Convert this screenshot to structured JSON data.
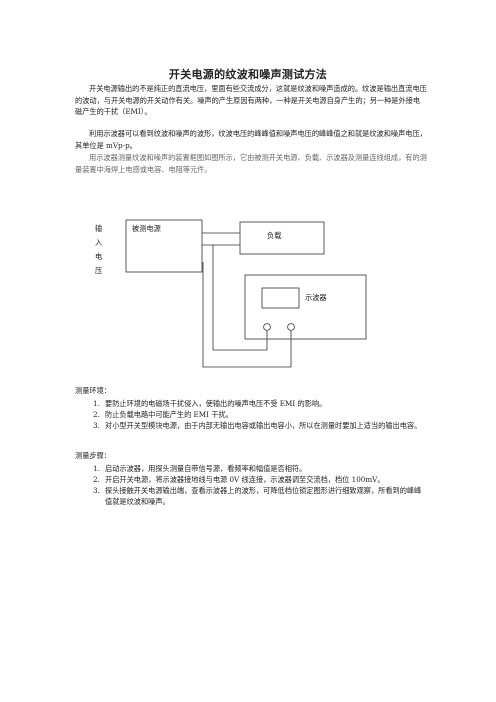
{
  "doc": {
    "title": "开关电源的纹波和噪声测试方法",
    "paragraphs": [
      "开关电源输出的不是纯正的直流电压，里面有些交流成分，这就是纹波和噪声造成的。纹波是输出直流电压的波动，与开关电源的开关动作有关。噪声的产生原因有两种，一种是开关电源自身产生的；另一种是外接电磁产生的干扰（EMI）。",
      "利用示波器可以看到纹波和噪声的波形，纹波电压的峰峰值和噪声电压的峰峰值之和就是纹波和噪声电压，其单位是 mVp-p。",
      "用示波器测量纹波和噪声的装置框图如图所示，它由被测开关电源、负载、示波器及测量连线组成，有的测量装置中海焊上电感或电容、电阻等元件。"
    ]
  },
  "diagram": {
    "input_chars": [
      "输",
      "入",
      "电",
      "压"
    ],
    "psu_label": "被测电源",
    "load_label": "负载",
    "scope_label": "示波器"
  },
  "env": {
    "heading": "测量环境：",
    "items": [
      {
        "num": "1.",
        "text": "要防止环境的电磁场干扰侵入，使输出的噪声电压不受 EMI 的影响。"
      },
      {
        "num": "2.",
        "text": "防止负载电路中可能产生的 EMI 干扰。"
      },
      {
        "num": "3.",
        "text": "对小型开关型模块电源，由于内部无输出电容或输出电容小，所以在测量时要加上适当的输出电容。"
      }
    ]
  },
  "steps": {
    "heading": "测量步骤：",
    "items": [
      {
        "num": "1.",
        "text": "启动示波器，用探头测量自带信号源，看频率和幅值是否相符。"
      },
      {
        "num": "2.",
        "text": "开启开关电源，将示波器接地线与电源 0V 线连接，示波器调至交流档，档位 100mV。"
      },
      {
        "num": "3.",
        "text": "探头接触开关电源输出端，查看示波器上的波形，可降低档位锁定图形进行细致观察，所看到的峰峰值就是纹波和噪声。"
      }
    ]
  }
}
